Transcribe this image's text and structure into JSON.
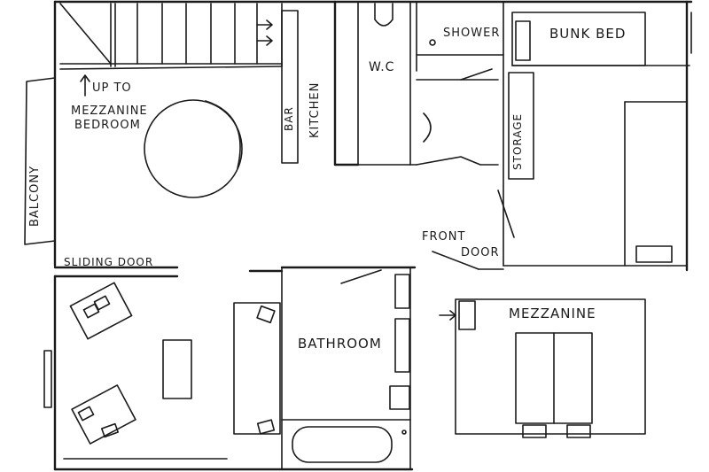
{
  "plan": {
    "labels": {
      "up_to": "UP TO",
      "mezzanine_bedroom_1": "MEZZANINE",
      "mezzanine_bedroom_2": "BEDROOM",
      "balcony": "BALCONY",
      "bar": "BAR",
      "kitchen": "KITCHEN",
      "wc": "W.C",
      "shower": "SHOWER",
      "bunk_bed": "BUNK BED",
      "storage": "STORAGE",
      "front_door_1": "FRONT",
      "front_door_2": "DOOR",
      "sliding_door": "SLIDING DOOR",
      "bathroom": "BATHROOM",
      "mezzanine": "MEZZANINE"
    },
    "colors": {
      "ink": "#1a1a1a",
      "paper": "#ffffff"
    }
  }
}
